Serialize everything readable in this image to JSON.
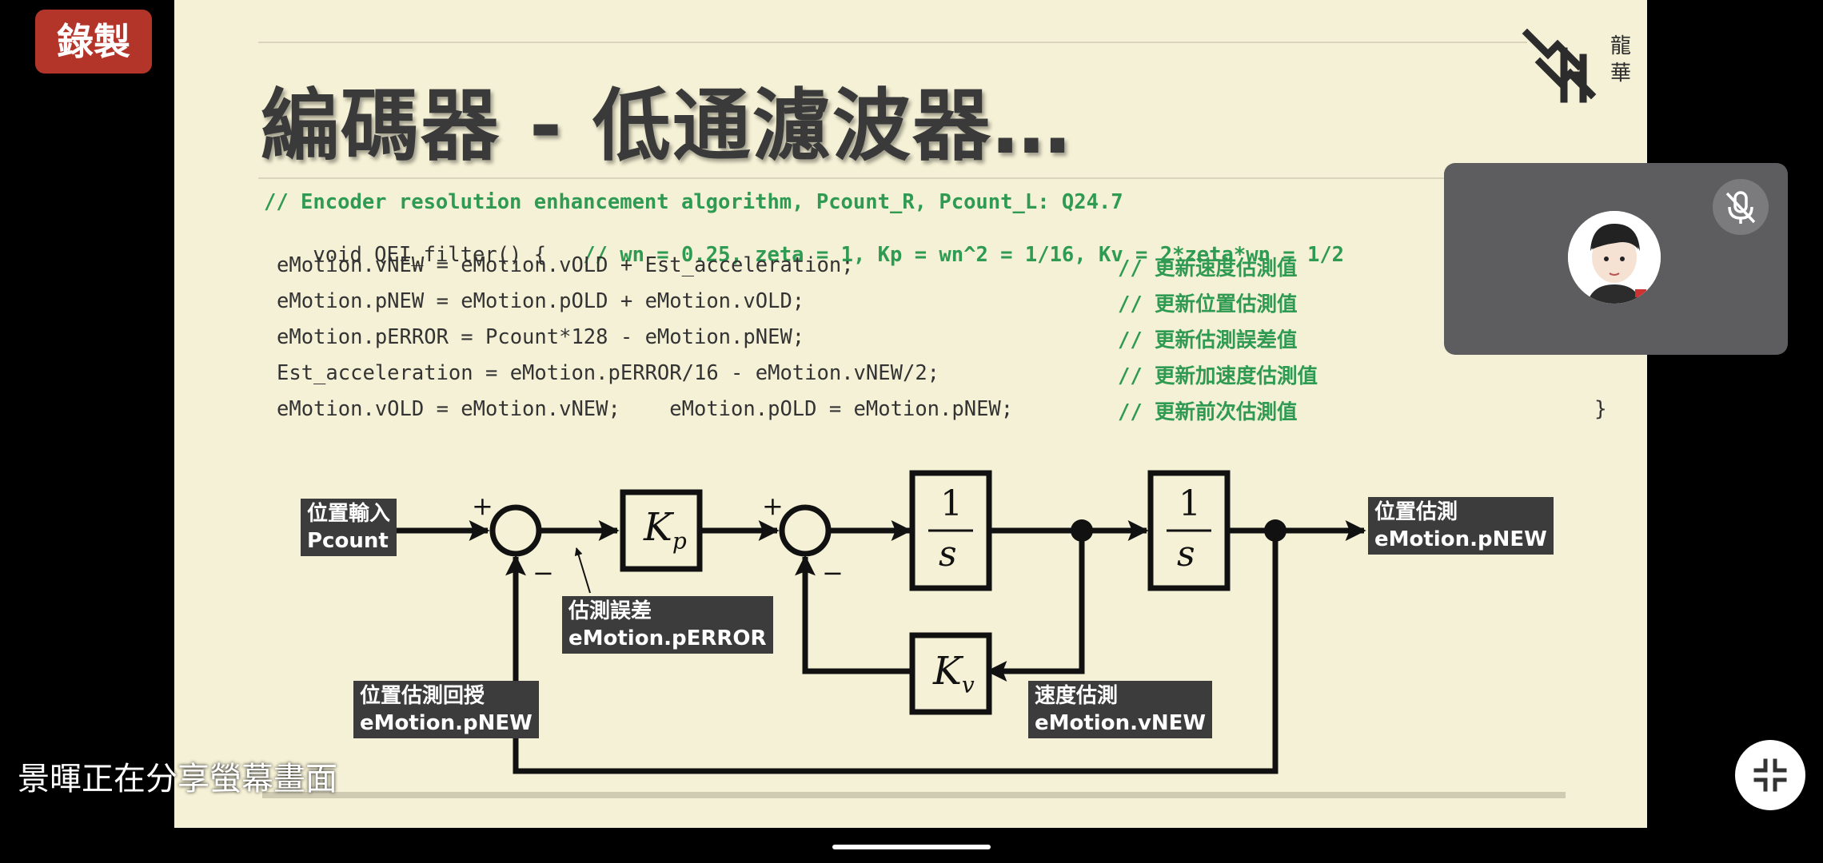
{
  "recording_badge": "錄製",
  "slide": {
    "title": "編碼器 - 低通濾波器…",
    "code_header": "// Encoder resolution enhancement algorithm, Pcount_R, Pcount_L: Q24.7",
    "code_decl": "void QEI_filter() {",
    "code_decl_comment": "// wn = 0.25, zeta = 1, Kp = wn^2 = 1/16, Kv = 2*zeta*wn = 1/2",
    "code_lines": [
      {
        "code": "eMotion.vNEW = eMotion.vOLD + Est_acceleration;",
        "comment": "// 更新速度估測值"
      },
      {
        "code": "eMotion.pNEW = eMotion.pOLD + eMotion.vOLD;",
        "comment": "// 更新位置估測值"
      },
      {
        "code": "eMotion.pERROR = Pcount*128 - eMotion.pNEW;",
        "comment": "// 更新估測誤差值"
      },
      {
        "code": "Est_acceleration = eMotion.pERROR/16 - eMotion.vNEW/2;",
        "comment": "// 更新加速度估測值"
      },
      {
        "code": "eMotion.vOLD = eMotion.vNEW;    eMotion.pOLD = eMotion.pNEW;",
        "comment": "// 更新前次估測值"
      }
    ],
    "closing_brace": "}",
    "logo_text": "龍華",
    "diagram": {
      "input_label": [
        "位置輸入",
        "Pcount"
      ],
      "output_label": [
        "位置估測",
        "eMotion.pNEW"
      ],
      "error_label": [
        "估測誤差",
        "eMotion.pERROR"
      ],
      "feedback_label": [
        "位置估測回授",
        "eMotion.pNEW"
      ],
      "velocity_label": [
        "速度估測",
        "eMotion.vNEW"
      ],
      "kp": "K",
      "kp_sub": "p",
      "kv": "K",
      "kv_sub": "v",
      "integrator_num": "1",
      "integrator_den": "s",
      "plus": "+",
      "minus": "−"
    }
  },
  "meeting": {
    "sharing_text": "景暉正在分享螢幕畫面"
  }
}
